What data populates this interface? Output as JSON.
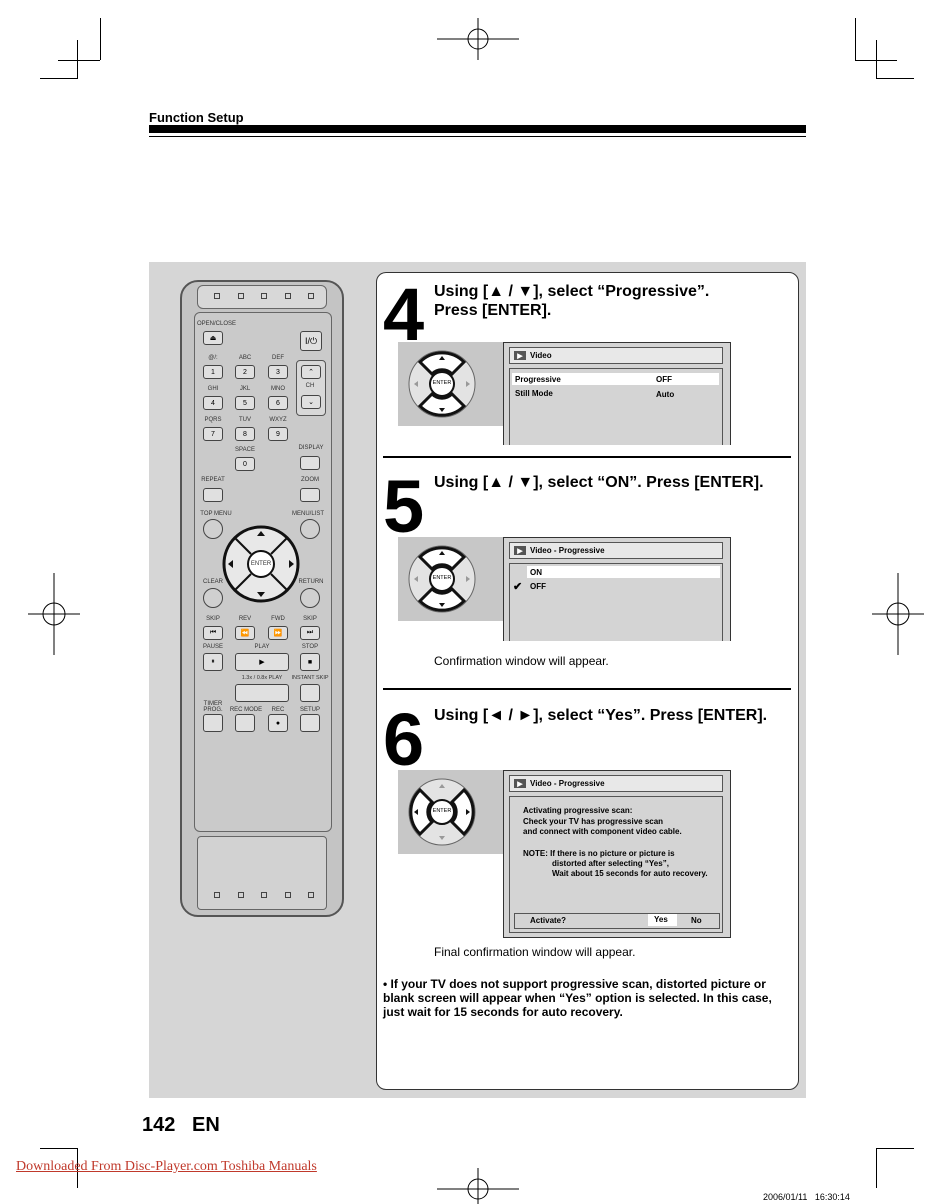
{
  "header": {
    "section": "Function Setup"
  },
  "steps": [
    {
      "num": "4",
      "line1": "Using [▲ / ▼], select “Progressive”.",
      "line2": "Press [ENTER]."
    },
    {
      "num": "5",
      "line1": "Using [▲ / ▼], select “ON”. Press [ENTER].",
      "caption": "Confirmation window will appear."
    },
    {
      "num": "6",
      "line1": "Using [◄ / ►], select “Yes”. Press [ENTER].",
      "caption": "Final confirmation window will appear."
    }
  ],
  "screen4": {
    "title": "Video",
    "rows": [
      {
        "label": "Progressive",
        "value": "OFF"
      },
      {
        "label": "Still Mode",
        "value": "Auto"
      }
    ]
  },
  "screen5": {
    "title": "Video - Progressive",
    "options": [
      "ON",
      "OFF"
    ]
  },
  "screen6": {
    "title": "Video - Progressive",
    "msg1": "Activating progressive scan:",
    "msg2": "Check your TV has progressive scan",
    "msg3": "and connect with component video cable.",
    "note1": "NOTE: If there is no picture or picture is",
    "note2": "distorted after selecting “Yes”,",
    "note3": "Wait about 15 seconds for auto recovery.",
    "activate": "Activate?",
    "yes": "Yes",
    "no": "No"
  },
  "enter_label": "ENTER",
  "note": "• If your TV does not support progressive scan, distorted picture or blank screen will appear when “Yes” option is selected. In this case, just wait for 15 seconds for auto recovery.",
  "page_number": "142   EN",
  "footer_link": "Downloaded From Disc-Player.com Toshiba Manuals",
  "timestamp": "2006/01/11   16:30:14",
  "remote": {
    "open_close": "OPEN/CLOSE",
    "power": "I/⏻",
    "keys": [
      {
        "sub": "@/:",
        "num": "1"
      },
      {
        "sub": "ABC",
        "num": "2"
      },
      {
        "sub": "DEF",
        "num": "3"
      },
      {
        "sub": "GHI",
        "num": "4"
      },
      {
        "sub": "JKL",
        "num": "5"
      },
      {
        "sub": "MNO",
        "num": "6"
      },
      {
        "sub": "PQRS",
        "num": "7"
      },
      {
        "sub": "TUV",
        "num": "8"
      },
      {
        "sub": "WXYZ",
        "num": "9"
      }
    ],
    "ch": "CH",
    "space": "SPACE",
    "zero": "0",
    "display": "DISPLAY",
    "repeat": "REPEAT",
    "zoom": "ZOOM",
    "top_menu": "TOP MENU",
    "menu_list": "MENU/LIST",
    "clear": "CLEAR",
    "return": "RETURN",
    "skip_l": "SKIP",
    "rev": "REV",
    "fwd": "FWD",
    "skip_r": "SKIP",
    "pause": "PAUSE",
    "play": "PLAY",
    "stop": "STOP",
    "speed": "1.3x / 0.8x PLAY",
    "instant_skip": "INSTANT SKIP",
    "timer_prog": "TIMER PROG.",
    "rec_mode": "REC MODE",
    "rec": "REC",
    "setup": "SETUP"
  }
}
